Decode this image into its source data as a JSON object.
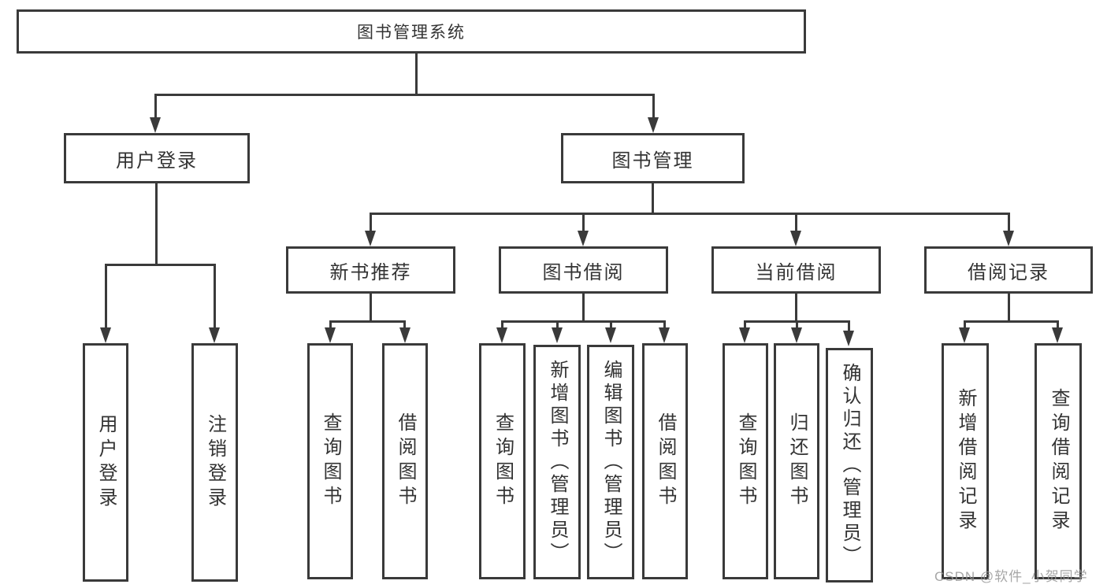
{
  "diagram": {
    "root": {
      "label": "图书管理系统"
    },
    "branches": [
      {
        "label": "用户登录",
        "children": [
          {
            "label": "用户登录"
          },
          {
            "label": "注销登录"
          }
        ]
      },
      {
        "label": "图书管理",
        "children": [
          {
            "label": "新书推荐",
            "children": [
              {
                "label": "查询图书"
              },
              {
                "label": "借阅图书"
              }
            ]
          },
          {
            "label": "图书借阅",
            "children": [
              {
                "label": "查询图书"
              },
              {
                "label": "新增图书（管理员）"
              },
              {
                "label": "编辑图书（管理员）"
              },
              {
                "label": "借阅图书"
              }
            ]
          },
          {
            "label": "当前借阅",
            "children": [
              {
                "label": "查询图书"
              },
              {
                "label": "归还图书"
              },
              {
                "label": "确认归还（管理员）"
              }
            ]
          },
          {
            "label": "借阅记录",
            "children": [
              {
                "label": "新增借阅记录"
              },
              {
                "label": "查询借阅记录"
              }
            ]
          }
        ]
      }
    ],
    "colors": {
      "line": "#3a3a3a",
      "text": "#333333",
      "box_background": "#ffffff",
      "watermark": "#969696"
    }
  },
  "watermark": {
    "text": "CSDN @软件_小贺同学"
  }
}
